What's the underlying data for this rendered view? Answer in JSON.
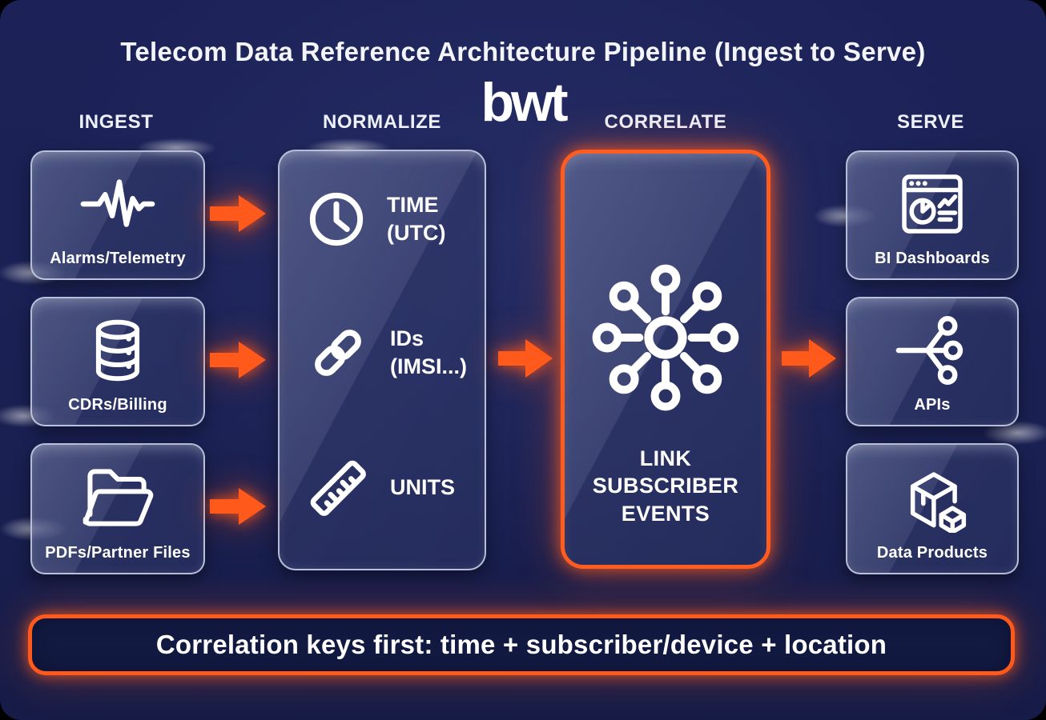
{
  "title": "Telecom Data Reference Architecture Pipeline (Ingest to Serve)",
  "logo": {
    "text": "bwt"
  },
  "stages": {
    "ingest": {
      "header": "INGEST",
      "cards": [
        {
          "label": "Alarms/Telemetry",
          "icon": "waveform-icon"
        },
        {
          "label": "CDRs/Billing",
          "icon": "database-icon"
        },
        {
          "label": "PDFs/Partner Files",
          "icon": "folder-icon"
        }
      ]
    },
    "normalize": {
      "header": "NORMALIZE",
      "items": [
        {
          "label": "TIME\n(UTC)",
          "icon": "clock-icon"
        },
        {
          "label": "IDs\n(IMSI...)",
          "icon": "chain-link-icon"
        },
        {
          "label": "UNITS",
          "icon": "ruler-icon"
        }
      ]
    },
    "correlate": {
      "header": "CORRELATE",
      "label": "LINK\nSUBSCRIBER\nEVENTS",
      "icon": "hub-network-icon"
    },
    "serve": {
      "header": "SERVE",
      "cards": [
        {
          "label": "BI Dashboards",
          "icon": "bi-dashboard-icon"
        },
        {
          "label": "APIs",
          "icon": "branch-icon"
        },
        {
          "label": "Data Products",
          "icon": "boxes-icon"
        }
      ]
    }
  },
  "banner": {
    "text": "Correlation keys first: time + subscriber/device + location"
  },
  "colors": {
    "background": "#1b2154",
    "accent_orange": "#ff5a1c",
    "card_border": "#ced7ed",
    "text": "#ffffff"
  }
}
